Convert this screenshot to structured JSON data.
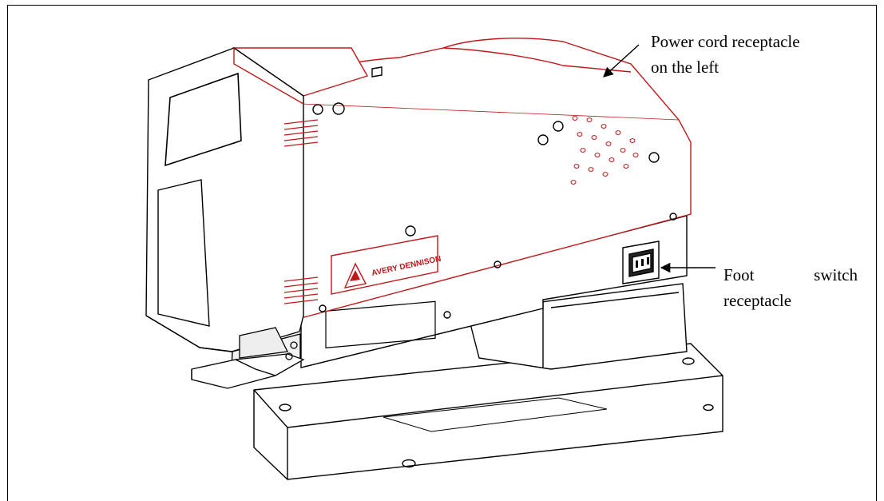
{
  "device_brand": "AVERY DENNISON",
  "callouts": {
    "power_cord": {
      "line1": "Power cord receptacle",
      "line2": "on the left"
    },
    "foot_switch": {
      "word1": "Foot",
      "word2": "switch",
      "line2": "receptacle"
    }
  },
  "colors": {
    "outline": "#000000",
    "housing_accent": "#c01818"
  }
}
